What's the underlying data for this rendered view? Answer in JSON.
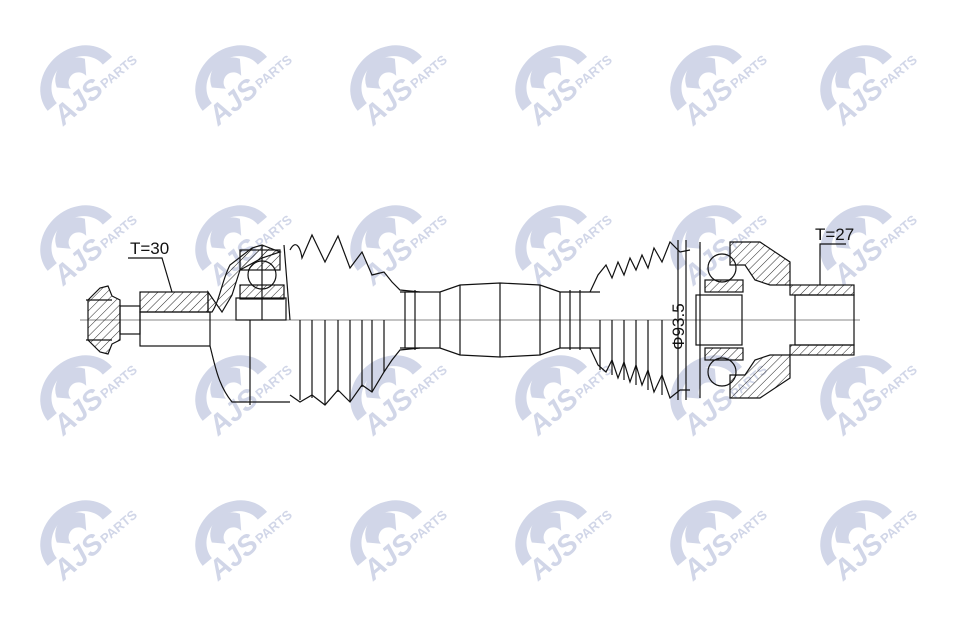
{
  "watermark": {
    "brand": "AJS",
    "sub": "PARTS",
    "color": "#c9d0e4"
  },
  "labels": {
    "left_spline": "T=30",
    "right_spline": "T=27",
    "diameter": "Φ93.5"
  },
  "colors": {
    "line": "#111111",
    "background": "#ffffff"
  }
}
